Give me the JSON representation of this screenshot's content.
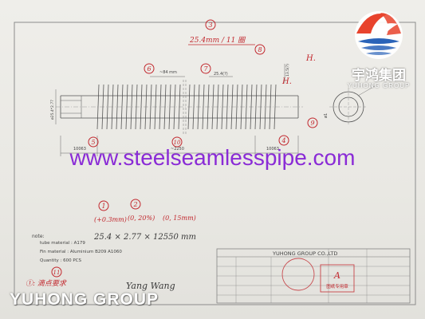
{
  "watermark": {
    "url": "www.steelseamlesspipe.com",
    "brand": "YUHONG GROUP"
  },
  "logo": {
    "cn": "宇鸿集团",
    "en": "YUHONG GROUP",
    "colors": {
      "red": "#e8432c",
      "blue": "#2a63b8",
      "white": "#ffffff"
    }
  },
  "drawing": {
    "dims": {
      "top_left": "~84 mm",
      "top_right": "25.4(?)",
      "bottom_left": "10063",
      "bottom_mid": "~2250",
      "bottom_right": "10063",
      "left_vertical": "ø25.4*2.77",
      "right_vertical_top": "13.5(?)",
      "right_vertical_bottom": "ø1"
    },
    "markers": {
      "m1": "1",
      "m2": "2",
      "m3": "3",
      "m4": "4",
      "m5": "5",
      "m6": "6",
      "m7": "7",
      "m8": "8",
      "m9": "9",
      "m10": "10",
      "m11": "11"
    },
    "handnotes": {
      "top": "25.4mm / 11 圈",
      "h_label_1": "H.",
      "h_label_2": "H.",
      "spec_tol_1": "(+0.3mm)",
      "spec_tol_2": "(0, 20%)",
      "spec_tol_3": "(0, 15mm)",
      "spec_main": "25.4 × 2.77 × 12550 mm",
      "bottom_cn": "①: 滴点要求",
      "signature": "Yang Wang"
    },
    "notes": {
      "label": "note:",
      "tube_material": "tube material : A179",
      "fin_material": "Fin material : Aluminium B209 A1060",
      "quantity": "Quantity : 600 PCS"
    },
    "title_block": {
      "company": "YUHONG GROUP CO.,LTD",
      "stamp_letter": "A",
      "stamp_text": "图纸专用章"
    }
  }
}
